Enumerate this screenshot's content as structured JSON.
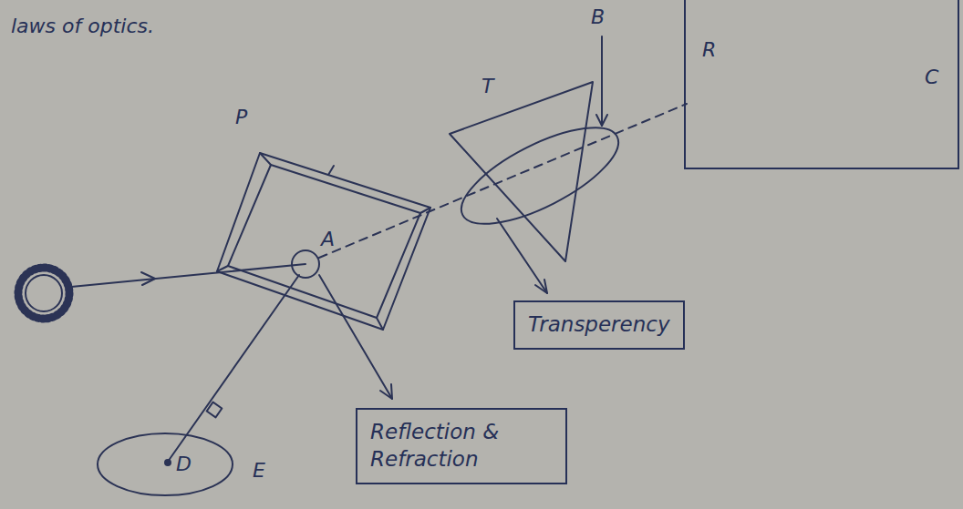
{
  "diagram": {
    "nodes": [
      {
        "text": [
          "R",
          "C"
        ]
      },
      {
        "text": [
          "Transperency"
        ]
      },
      {
        "text": [
          "Reflection & Refraction"
        ]
      },
      {
        "text": [
          "D",
          "E"
        ]
      }
    ],
    "labels": [
      "laws of optics.",
      "B",
      "T",
      "P",
      "A"
    ]
  }
}
